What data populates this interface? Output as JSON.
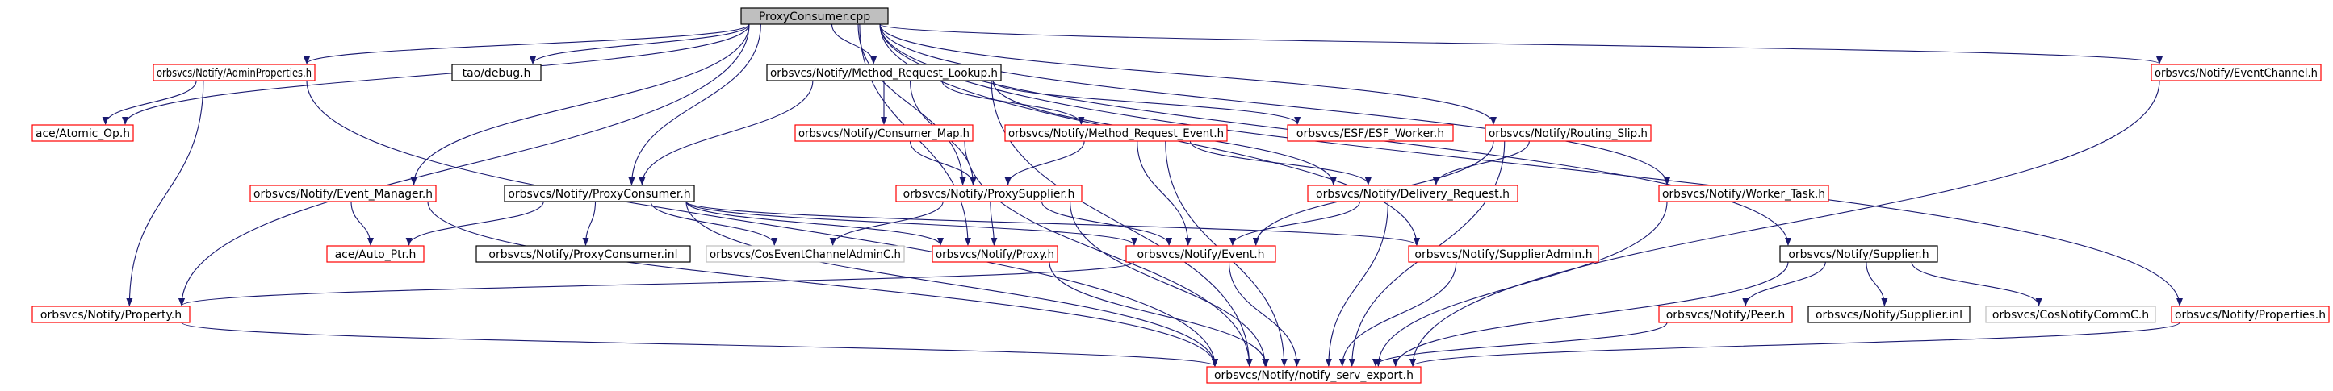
{
  "colors": {
    "edge": "#191970",
    "box_root_fill": "#bfbfbf",
    "box_root_stroke": "#000000",
    "box_red": "#ff0000",
    "box_black": "#000000",
    "box_gray": "#bfbfbf",
    "text": "#000000"
  },
  "nodes": [
    {
      "id": "root",
      "label": "ProxyConsumer.cpp",
      "style": "root"
    },
    {
      "id": "admin_props",
      "label": "orbsvcs/Notify/AdminProperties.h",
      "style": "red"
    },
    {
      "id": "tao_debug",
      "label": "tao/debug.h",
      "style": "black"
    },
    {
      "id": "mrl",
      "label": "orbsvcs/Notify/Method_Request_Lookup.h",
      "style": "black"
    },
    {
      "id": "event_channel",
      "label": "orbsvcs/Notify/EventChannel.h",
      "style": "red"
    },
    {
      "id": "atomic_op",
      "label": "ace/Atomic_Op.h",
      "style": "red"
    },
    {
      "id": "consumer_map",
      "label": "orbsvcs/Notify/Consumer_Map.h",
      "style": "red"
    },
    {
      "id": "mre",
      "label": "orbsvcs/Notify/Method_Request_Event.h",
      "style": "red"
    },
    {
      "id": "esf_worker",
      "label": "orbsvcs/ESF/ESF_Worker.h",
      "style": "red"
    },
    {
      "id": "routing_slip",
      "label": "orbsvcs/Notify/Routing_Slip.h",
      "style": "red"
    },
    {
      "id": "event_manager",
      "label": "orbsvcs/Notify/Event_Manager.h",
      "style": "red"
    },
    {
      "id": "proxy_consumer_h",
      "label": "orbsvcs/Notify/ProxyConsumer.h",
      "style": "black"
    },
    {
      "id": "proxy_supplier",
      "label": "orbsvcs/Notify/ProxySupplier.h",
      "style": "red"
    },
    {
      "id": "delivery_request",
      "label": "orbsvcs/Notify/Delivery_Request.h",
      "style": "red"
    },
    {
      "id": "worker_task",
      "label": "orbsvcs/Notify/Worker_Task.h",
      "style": "red"
    },
    {
      "id": "supplier_h",
      "label": "orbsvcs/Notify/Supplier.h",
      "style": "black"
    },
    {
      "id": "auto_ptr",
      "label": "ace/Auto_Ptr.h",
      "style": "red"
    },
    {
      "id": "proxy_consumer_inl",
      "label": "orbsvcs/Notify/ProxyConsumer.inl",
      "style": "black"
    },
    {
      "id": "cos_ec_admin",
      "label": "orbsvcs/CosEventChannelAdminC.h",
      "style": "gray"
    },
    {
      "id": "proxy_h",
      "label": "orbsvcs/Notify/Proxy.h",
      "style": "red"
    },
    {
      "id": "event_h",
      "label": "orbsvcs/Notify/Event.h",
      "style": "red"
    },
    {
      "id": "supplier_admin",
      "label": "orbsvcs/Notify/SupplierAdmin.h",
      "style": "red"
    },
    {
      "id": "peer_h",
      "label": "orbsvcs/Notify/Peer.h",
      "style": "red"
    },
    {
      "id": "supplier_inl",
      "label": "orbsvcs/Notify/Supplier.inl",
      "style": "black"
    },
    {
      "id": "cos_notify_comm",
      "label": "orbsvcs/CosNotifyCommC.h",
      "style": "gray"
    },
    {
      "id": "properties_h",
      "label": "orbsvcs/Notify/Properties.h",
      "style": "red"
    },
    {
      "id": "property_h",
      "label": "orbsvcs/Notify/Property.h",
      "style": "red"
    },
    {
      "id": "serv_export",
      "label": "orbsvcs/Notify/notify_serv_export.h",
      "style": "red"
    }
  ],
  "edges": [
    [
      "root",
      "admin_props"
    ],
    [
      "root",
      "tao_debug"
    ],
    [
      "root",
      "mrl"
    ],
    [
      "root",
      "event_channel"
    ],
    [
      "root",
      "atomic_op"
    ],
    [
      "root",
      "event_manager"
    ],
    [
      "root",
      "proxy_consumer_h"
    ],
    [
      "root",
      "proxy_supplier"
    ],
    [
      "root",
      "proxy_h"
    ],
    [
      "root",
      "routing_slip"
    ],
    [
      "root",
      "supplier_admin"
    ],
    [
      "root",
      "worker_task"
    ],
    [
      "root",
      "supplier_h"
    ],
    [
      "root",
      "properties_h"
    ],
    [
      "root",
      "property_h"
    ],
    [
      "admin_props",
      "atomic_op"
    ],
    [
      "admin_props",
      "property_h"
    ],
    [
      "admin_props",
      "serv_export"
    ],
    [
      "mrl",
      "consumer_map"
    ],
    [
      "mrl",
      "mre"
    ],
    [
      "mrl",
      "esf_worker"
    ],
    [
      "mrl",
      "proxy_consumer_h"
    ],
    [
      "mrl",
      "proxy_supplier"
    ],
    [
      "mrl",
      "delivery_request"
    ],
    [
      "mrl",
      "serv_export"
    ],
    [
      "consumer_map",
      "proxy_supplier"
    ],
    [
      "consumer_map",
      "serv_export"
    ],
    [
      "mre",
      "proxy_supplier"
    ],
    [
      "mre",
      "delivery_request"
    ],
    [
      "mre",
      "event_h"
    ],
    [
      "mre",
      "serv_export"
    ],
    [
      "routing_slip",
      "delivery_request"
    ],
    [
      "routing_slip",
      "event_h"
    ],
    [
      "routing_slip",
      "serv_export"
    ],
    [
      "event_manager",
      "auto_ptr"
    ],
    [
      "event_manager",
      "serv_export"
    ],
    [
      "proxy_consumer_h",
      "auto_ptr"
    ],
    [
      "proxy_consumer_h",
      "proxy_consumer_inl"
    ],
    [
      "proxy_consumer_h",
      "cos_ec_admin"
    ],
    [
      "proxy_consumer_h",
      "proxy_h"
    ],
    [
      "proxy_consumer_h",
      "event_h"
    ],
    [
      "proxy_consumer_h",
      "supplier_admin"
    ],
    [
      "proxy_consumer_h",
      "serv_export"
    ],
    [
      "proxy_supplier",
      "cos_ec_admin"
    ],
    [
      "proxy_supplier",
      "proxy_h"
    ],
    [
      "proxy_supplier",
      "event_h"
    ],
    [
      "proxy_supplier",
      "serv_export"
    ],
    [
      "delivery_request",
      "event_h"
    ],
    [
      "delivery_request",
      "serv_export"
    ],
    [
      "worker_task",
      "serv_export"
    ],
    [
      "supplier_h",
      "peer_h"
    ],
    [
      "supplier_h",
      "supplier_inl"
    ],
    [
      "supplier_h",
      "cos_notify_comm"
    ],
    [
      "supplier_h",
      "serv_export"
    ],
    [
      "proxy_h",
      "serv_export"
    ],
    [
      "event_h",
      "property_h"
    ],
    [
      "event_h",
      "serv_export"
    ],
    [
      "supplier_admin",
      "serv_export"
    ],
    [
      "peer_h",
      "serv_export"
    ],
    [
      "properties_h",
      "serv_export"
    ],
    [
      "event_channel",
      "serv_export"
    ],
    [
      "property_h",
      "serv_export"
    ]
  ]
}
